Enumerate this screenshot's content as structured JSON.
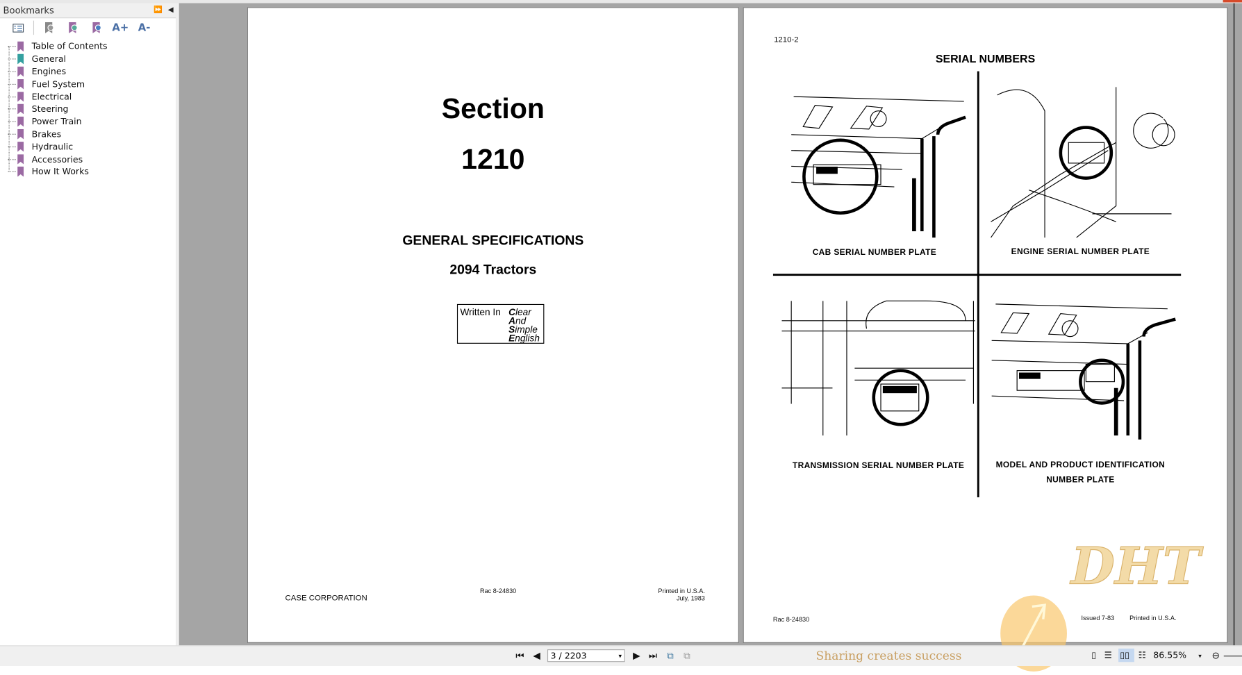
{
  "sidebar": {
    "title": "Bookmarks",
    "items": [
      {
        "label": "Table of Contents",
        "color": "#9b6aa3"
      },
      {
        "label": "General",
        "color": "#34a0a0"
      },
      {
        "label": "Engines",
        "color": "#9b6aa3"
      },
      {
        "label": "Fuel System",
        "color": "#9b6aa3"
      },
      {
        "label": "Electrical",
        "color": "#9b6aa3"
      },
      {
        "label": "Steering",
        "color": "#9b6aa3"
      },
      {
        "label": "Power Train",
        "color": "#9b6aa3"
      },
      {
        "label": "Brakes",
        "color": "#9b6aa3"
      },
      {
        "label": "Hydraulic",
        "color": "#9b6aa3"
      },
      {
        "label": "Accessories",
        "color": "#9b6aa3"
      },
      {
        "label": "How It Works",
        "color": "#9b6aa3"
      }
    ],
    "tools": {
      "font_up": "A+",
      "font_down": "A-"
    }
  },
  "left_page": {
    "section_label": "Section",
    "section_number": "1210",
    "title": "GENERAL SPECIFICATIONS",
    "subtitle": "2094 Tractors",
    "clear_box": {
      "prefix": "Written In",
      "l1": "C",
      "w1": "lear",
      "l2": "A",
      "w2": "nd",
      "l3": "S",
      "w3": "imple",
      "l4": "E",
      "w4": "nglish"
    },
    "company": "CASE CORPORATION",
    "rac": "Rac 8-24830",
    "printed": "Printed in U.S.A.",
    "date": "July, 1983"
  },
  "right_page": {
    "page_number": "1210-2",
    "title": "SERIAL NUMBERS",
    "captions": [
      "CAB SERIAL NUMBER PLATE",
      "ENGINE SERIAL NUMBER PLATE",
      "TRANSMISSION SERIAL NUMBER PLATE",
      "MODEL AND PRODUCT IDENTIFICATION",
      "NUMBER PLATE"
    ],
    "rac": "Rac 8-24830",
    "issued": "Issued 7-83",
    "printed": "Printed in U.S.A."
  },
  "bottombar": {
    "page_value": "3 / 2203",
    "zoom": "86.55%"
  },
  "watermark": {
    "logo": "DHT",
    "slogan": "Sharing creates success"
  }
}
